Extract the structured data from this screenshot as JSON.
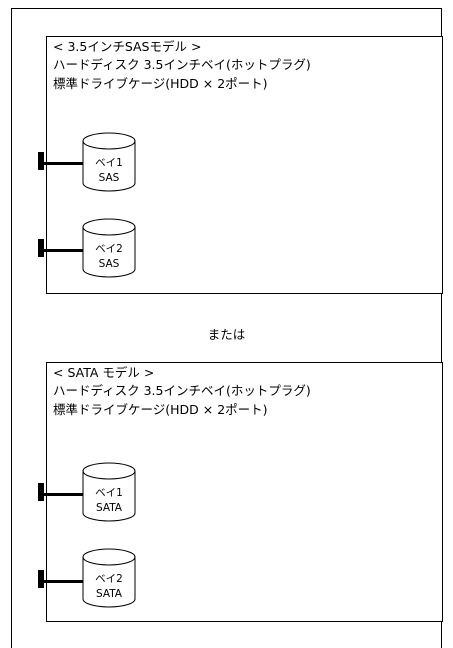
{
  "sas_model": {
    "line1": "< 3.5インチSASモデル >",
    "line2": "ハードディスク 3.5インチベイ(ホットプラグ)",
    "line3": "標準ドライブケージ(HDD × 2ポート)",
    "bays": [
      {
        "name": "ベイ1",
        "type": "SAS"
      },
      {
        "name": "ベイ2",
        "type": "SAS"
      }
    ]
  },
  "separator": "または",
  "sata_model": {
    "line1": "< SATA モデル >",
    "line2": "ハードディスク 3.5インチベイ(ホットプラグ)",
    "line3": "標準ドライブケージ(HDD × 2ポート)",
    "bays": [
      {
        "name": "ベイ1",
        "type": "SATA"
      },
      {
        "name": "ベイ2",
        "type": "SATA"
      }
    ]
  }
}
